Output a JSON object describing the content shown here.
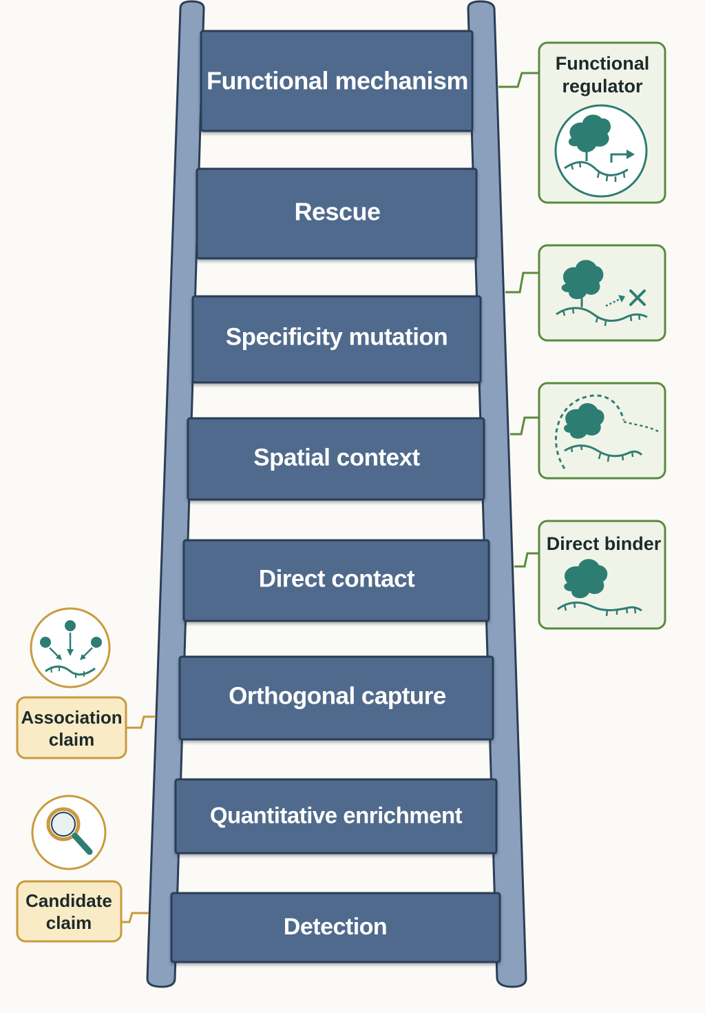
{
  "colors": {
    "background": "#fbfaf6",
    "rung": "#4f6a8c",
    "rail": "#8aa0bd",
    "outline": "#2c3d56",
    "green_border": "#5a8a3c",
    "green_fill": "#f0f4e8",
    "tan_border": "#c99a3e",
    "tan_fill": "#f8ebc6",
    "protein": "#2e7d73"
  },
  "ladder": {
    "rungs": [
      "Functional mechanism",
      "Rescue",
      "Specificity mutation",
      "Spatial context",
      "Direct contact",
      "Orthogonal capture",
      "Quantitative enrichment",
      "Detection"
    ]
  },
  "right_cards": [
    {
      "title_lines": [
        "Functional",
        "regulator"
      ],
      "icon": "protein-rna-activation-icon"
    },
    {
      "title_lines": [],
      "icon": "protein-rna-mutation-x-icon"
    },
    {
      "title_lines": [],
      "icon": "protein-rna-spatial-dashed-icon"
    },
    {
      "title_lines": [
        "Direct binder"
      ],
      "icon": "protein-rna-binding-icon"
    }
  ],
  "left_cards": [
    {
      "title_lines": [
        "Association",
        "claim"
      ],
      "icon": "converging-arrows-rna-icon"
    },
    {
      "title_lines": [
        "Candidate",
        "claim"
      ],
      "icon": "magnifier-icon"
    }
  ]
}
